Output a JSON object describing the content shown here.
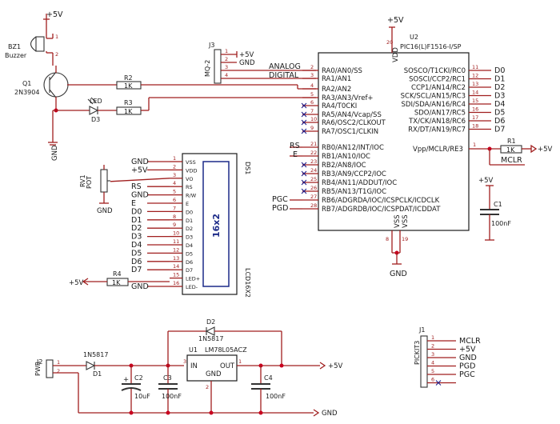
{
  "power": {
    "vcc": "+5V",
    "gnd": "GND"
  },
  "buzzer": {
    "ref": "BZ1",
    "name": "Buzzer",
    "pins": [
      "1",
      "2"
    ]
  },
  "q1": {
    "ref": "Q1",
    "value": "2N3904"
  },
  "r2": {
    "ref": "R2",
    "value": "1K"
  },
  "r3": {
    "ref": "R3",
    "value": "1K"
  },
  "r1": {
    "ref": "R1",
    "value": "1K"
  },
  "r4": {
    "ref": "R4",
    "value": "1K"
  },
  "led": {
    "ref": "D3",
    "name": "LED"
  },
  "j3": {
    "ref": "J3",
    "name": "MQ-2",
    "pins": [
      "1",
      "2",
      "3",
      "4"
    ],
    "nets": [
      "+5V",
      "GND",
      "ANALOG",
      "DIGITAL"
    ]
  },
  "u2": {
    "ref": "U2",
    "value": "PIC16(L)F1516-I/SP",
    "left_pins": [
      {
        "name": "RA0/AN0/SS",
        "num": "2"
      },
      {
        "name": "RA1/AN1",
        "num": "3"
      },
      {
        "name": "RA2/AN2",
        "num": "4"
      },
      {
        "name": "RA3/AN3/Vref+",
        "num": "5"
      },
      {
        "name": "RA4/T0CKI",
        "num": "6"
      },
      {
        "name": "RA5/AN4/Vcap/SS",
        "num": "7"
      },
      {
        "name": "RA6/OSC2/CLKOUT",
        "num": "10"
      },
      {
        "name": "RA7/OSC1/CLKIN",
        "num": "9"
      },
      {
        "name": "RB0/AN12/INT/IOC",
        "num": "21"
      },
      {
        "name": "RB1/AN10/IOC",
        "num": "22"
      },
      {
        "name": "RB2/AN8/IOC",
        "num": "23"
      },
      {
        "name": "RB3/AN9/CCP2/IOC",
        "num": "24"
      },
      {
        "name": "RB4/AN11/ADDUT/IOC",
        "num": "25"
      },
      {
        "name": "RB5/AN13/T1G/IOC",
        "num": "26"
      },
      {
        "name": "RB6/ADGRDA/IOC/ICSPCLK/ICDCLK",
        "num": "27"
      },
      {
        "name": "RB7/ADGRDB/IOC/ICSPDAT/ICDDAT",
        "num": "28"
      }
    ],
    "right_pins": [
      {
        "name": "SOSCO/T1CKI/RC0",
        "num": "11",
        "net": "D0"
      },
      {
        "name": "SOSCI/CCP2/RC1",
        "num": "12",
        "net": "D1"
      },
      {
        "name": "CCP1/AN14/RC2",
        "num": "13",
        "net": "D2"
      },
      {
        "name": "SCK/SCL/AN15/RC3",
        "num": "14",
        "net": "D3"
      },
      {
        "name": "SDI/SDA/AN16/RC4",
        "num": "15",
        "net": "D4"
      },
      {
        "name": "SDO/AN17/RC5",
        "num": "16",
        "net": "D5"
      },
      {
        "name": "TX/CK/AN18/RC6",
        "num": "17",
        "net": "D6"
      },
      {
        "name": "RX/DT/AN19/RC7",
        "num": "18",
        "net": "D7"
      }
    ],
    "vdd": {
      "name": "VDD",
      "num": "20"
    },
    "vpp": {
      "name": "Vpp/MCLR/RE3",
      "num": "1"
    },
    "vss": [
      {
        "name": "VSS",
        "num": "8"
      },
      {
        "name": "VSS",
        "num": "19"
      }
    ],
    "rb_nets": {
      "rs": "RS",
      "e": "E",
      "pgc": "PGC",
      "pgd": "PGD"
    }
  },
  "mclr_net": "MCLR",
  "c1": {
    "ref": "C1",
    "value": "100nF"
  },
  "rv1": {
    "ref": "RV1",
    "value": "POT"
  },
  "ds1": {
    "ref": "DS1",
    "value": "LCD16X2",
    "display": "16x2",
    "pins": [
      {
        "name": "VSS",
        "num": "1",
        "net": "GND"
      },
      {
        "name": "VDD",
        "num": "2",
        "net": "+5V"
      },
      {
        "name": "VO",
        "num": "3",
        "net": ""
      },
      {
        "name": "RS",
        "num": "4",
        "net": "RS"
      },
      {
        "name": "R/W",
        "num": "5",
        "net": "GND"
      },
      {
        "name": "E",
        "num": "6",
        "net": "E"
      },
      {
        "name": "D0",
        "num": "7",
        "net": "D0"
      },
      {
        "name": "D1",
        "num": "8",
        "net": "D1"
      },
      {
        "name": "D2",
        "num": "9",
        "net": "D2"
      },
      {
        "name": "D3",
        "num": "10",
        "net": "D3"
      },
      {
        "name": "D4",
        "num": "11",
        "net": "D4"
      },
      {
        "name": "D5",
        "num": "12",
        "net": "D5"
      },
      {
        "name": "D6",
        "num": "13",
        "net": "D6"
      },
      {
        "name": "D7",
        "num": "14",
        "net": "D7"
      },
      {
        "name": "LED+",
        "num": "15",
        "net": "+5V"
      },
      {
        "name": "LED-",
        "num": "16",
        "net": "GND"
      }
    ]
  },
  "d2": {
    "ref": "D2",
    "value": "1N5817"
  },
  "d1": {
    "ref": "D1",
    "value": "1N5817"
  },
  "u1": {
    "ref": "U1",
    "value": "LM78L05ACZ",
    "in": "IN",
    "out": "OUT",
    "gnd": "GND",
    "pin_in": "3",
    "pin_out": "1",
    "pin_gnd": "2"
  },
  "c2": {
    "ref": "C2",
    "value": "10uF"
  },
  "c3": {
    "ref": "C3",
    "value": "100nF"
  },
  "c4": {
    "ref": "C4",
    "value": "100nF"
  },
  "j2": {
    "ref": "J2",
    "name": "PWR",
    "pins": [
      "1",
      "2"
    ]
  },
  "j1": {
    "ref": "J1",
    "name": "PICKIT3",
    "pins": [
      {
        "num": "1",
        "net": "MCLR"
      },
      {
        "num": "2",
        "net": "+5V"
      },
      {
        "num": "3",
        "net": "GND"
      },
      {
        "num": "4",
        "net": "PGD"
      },
      {
        "num": "5",
        "net": "PGC"
      },
      {
        "num": "6",
        "net": ""
      }
    ]
  }
}
